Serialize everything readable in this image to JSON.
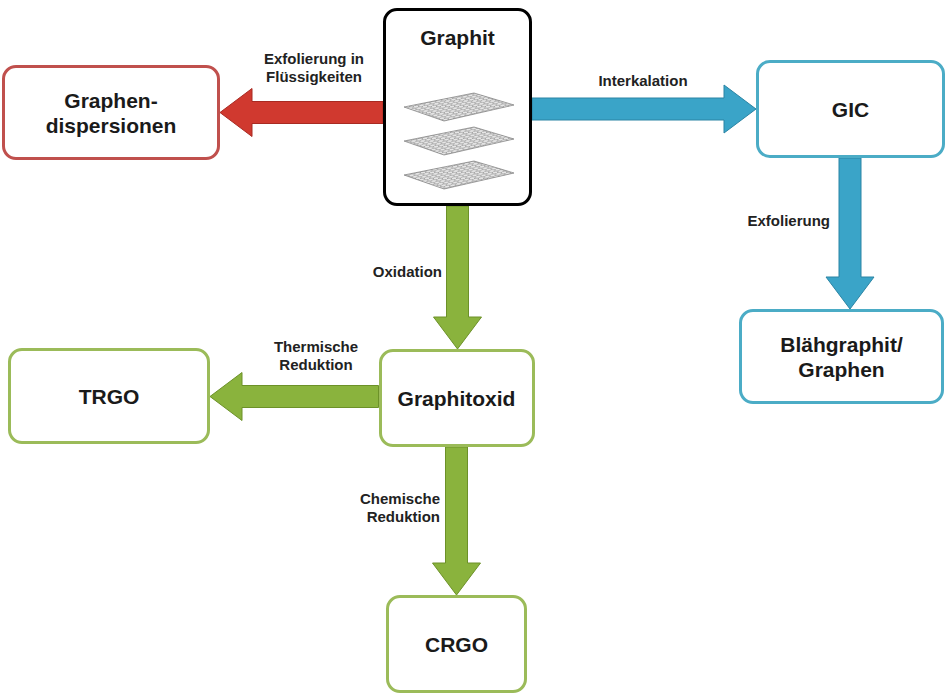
{
  "diagram": {
    "nodes": [
      {
        "text": [
          "Graphen- dispersionen"
        ]
      },
      {
        "text": [
          "Graphit"
        ]
      },
      {
        "text": [
          "GIC"
        ]
      },
      {
        "text": [
          "Blähgraphit/ Graphen"
        ]
      },
      {
        "text": [
          "TRGO"
        ]
      },
      {
        "text": [
          "Graphitoxid"
        ]
      },
      {
        "text": [
          "CRGO"
        ]
      }
    ],
    "edges": [
      {
        "from": 1,
        "to": 0,
        "label": "Exfolierung in Flüssigkeiten",
        "arrow": "to"
      },
      {
        "from": 1,
        "to": 2,
        "label": "Interkalation",
        "arrow": "to"
      },
      {
        "from": 2,
        "to": 3,
        "label": "Exfolierung",
        "arrow": "to"
      },
      {
        "from": 1,
        "to": 5,
        "label": "Oxidation",
        "arrow": "to"
      },
      {
        "from": 5,
        "to": 4,
        "label": "Thermische Reduktion",
        "arrow": "to"
      },
      {
        "from": 5,
        "to": 6,
        "label": "Chemische Reduktion",
        "arrow": "to"
      }
    ]
  }
}
